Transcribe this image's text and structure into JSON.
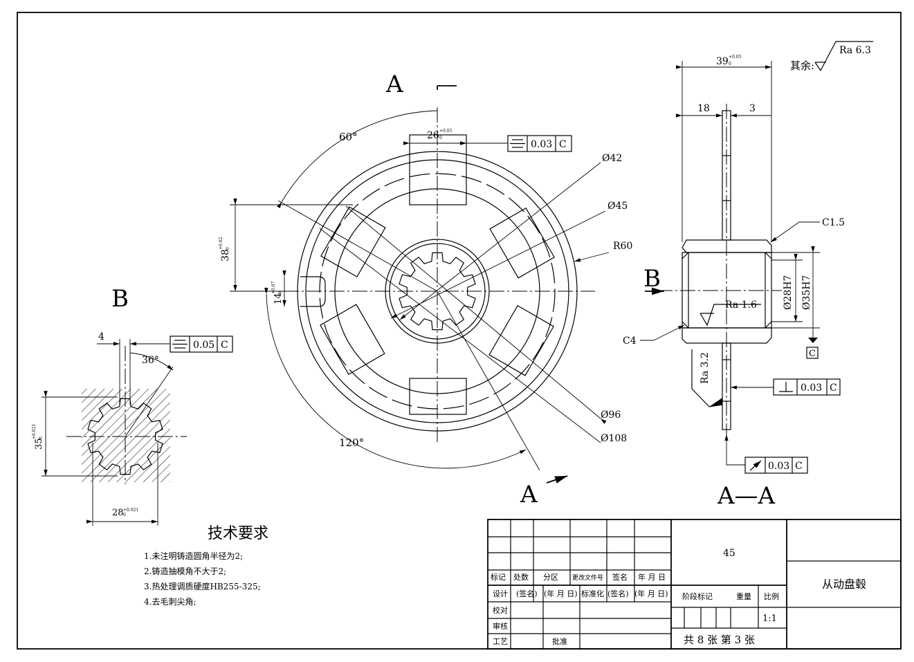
{
  "views": {
    "section_a_top": "A",
    "section_a_bottom": "A",
    "section_b_marker": "B",
    "view_b_title": "B",
    "view_aa_title": "A—A"
  },
  "front_view": {
    "dim_width": "26",
    "dim_width_tol": "+0.05",
    "dim_width_tol_low": "0",
    "dim_height": "38",
    "dim_height_tol": "+0.02",
    "dim_height_tol_low": "0",
    "dim_slot": "14",
    "dim_slot_tol": "+0.07",
    "dim_slot_tol_low": "0",
    "angle_top": "60°",
    "angle_bottom": "120°",
    "d42": "Ø42",
    "d45": "Ø45",
    "r60": "R60",
    "d96": "Ø96",
    "d108": "Ø108",
    "sym_tol": {
      "symbol": "⌯",
      "value": "0.03",
      "datum": "C"
    }
  },
  "view_b": {
    "dim_4": "4",
    "angle": "36°",
    "dim_35": "35",
    "dim_35_tol": "+0.021",
    "dim_35_tol_low": "0",
    "dim_28": "28",
    "dim_28_tol": "+0.021",
    "dim_28_tol_low": "0",
    "sym_tol": {
      "symbol": "⌯",
      "value": "0.05",
      "datum": "C"
    }
  },
  "view_aa": {
    "dim_39": "39",
    "dim_39_tol": "+0.05",
    "dim_39_tol_low": "0",
    "dim_18": "18",
    "dim_3": "3",
    "chamfer_top": "C1.5",
    "chamfer_bottom": "C4",
    "d28": "Ø28H7",
    "d35": "Ø35H7",
    "ra_bore": "Ra 1.6",
    "ra_face": "Ra 3.2",
    "datum_c": "C",
    "perp_tol": {
      "symbol": "⊥",
      "value": "0.03",
      "datum": "C"
    },
    "runout_tol": {
      "symbol": "↗",
      "value": "0.03",
      "datum": "C"
    }
  },
  "roughness_rest": {
    "prefix": "其余:",
    "value": "Ra 6.3"
  },
  "tech_req": {
    "title": "技术要求",
    "items": [
      "1.未注明铸造圆角半径为2;",
      "2.铸造抽模角不大于2;",
      "3.热处理调质硬度HB255-325;",
      "4.去毛刺尖角;"
    ]
  },
  "title_block": {
    "material": "45",
    "part_name": "从动盘毂",
    "row_labels": [
      "标记",
      "处数",
      "分区",
      "更改文件号",
      "签名",
      "年 月 日"
    ],
    "design": "设计",
    "sign": "(签名)",
    "date": "(年 月 日)",
    "std": "标准化",
    "sign2": "(签名)",
    "date2": "(年 月 日)",
    "stage": "阶段标记",
    "weight": "重量",
    "scale_label": "比例",
    "scale": "1:1",
    "check": "校对",
    "review": "审核",
    "craft": "工艺",
    "approve": "批准",
    "sheets": "共 8 张 第 3 张"
  }
}
